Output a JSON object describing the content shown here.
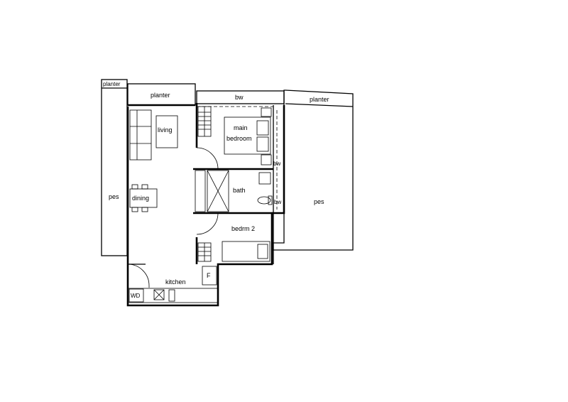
{
  "floor_plan": {
    "labels": {
      "planter_left": "planter",
      "planter_top": "planter",
      "planter_right": "planter",
      "bw_top": "bw",
      "bw_right_upper": "bw",
      "bw_right_lower": "bw",
      "pes_left": "pes",
      "pes_right": "pes",
      "living": "living",
      "dining": "dining",
      "main_bedroom_line1": "main",
      "main_bedroom_line2": "bedroom",
      "bath": "bath",
      "bedroom2": "bedrm 2",
      "kitchen": "kitchen",
      "fridge": "F",
      "washer_dryer": "WD"
    }
  }
}
